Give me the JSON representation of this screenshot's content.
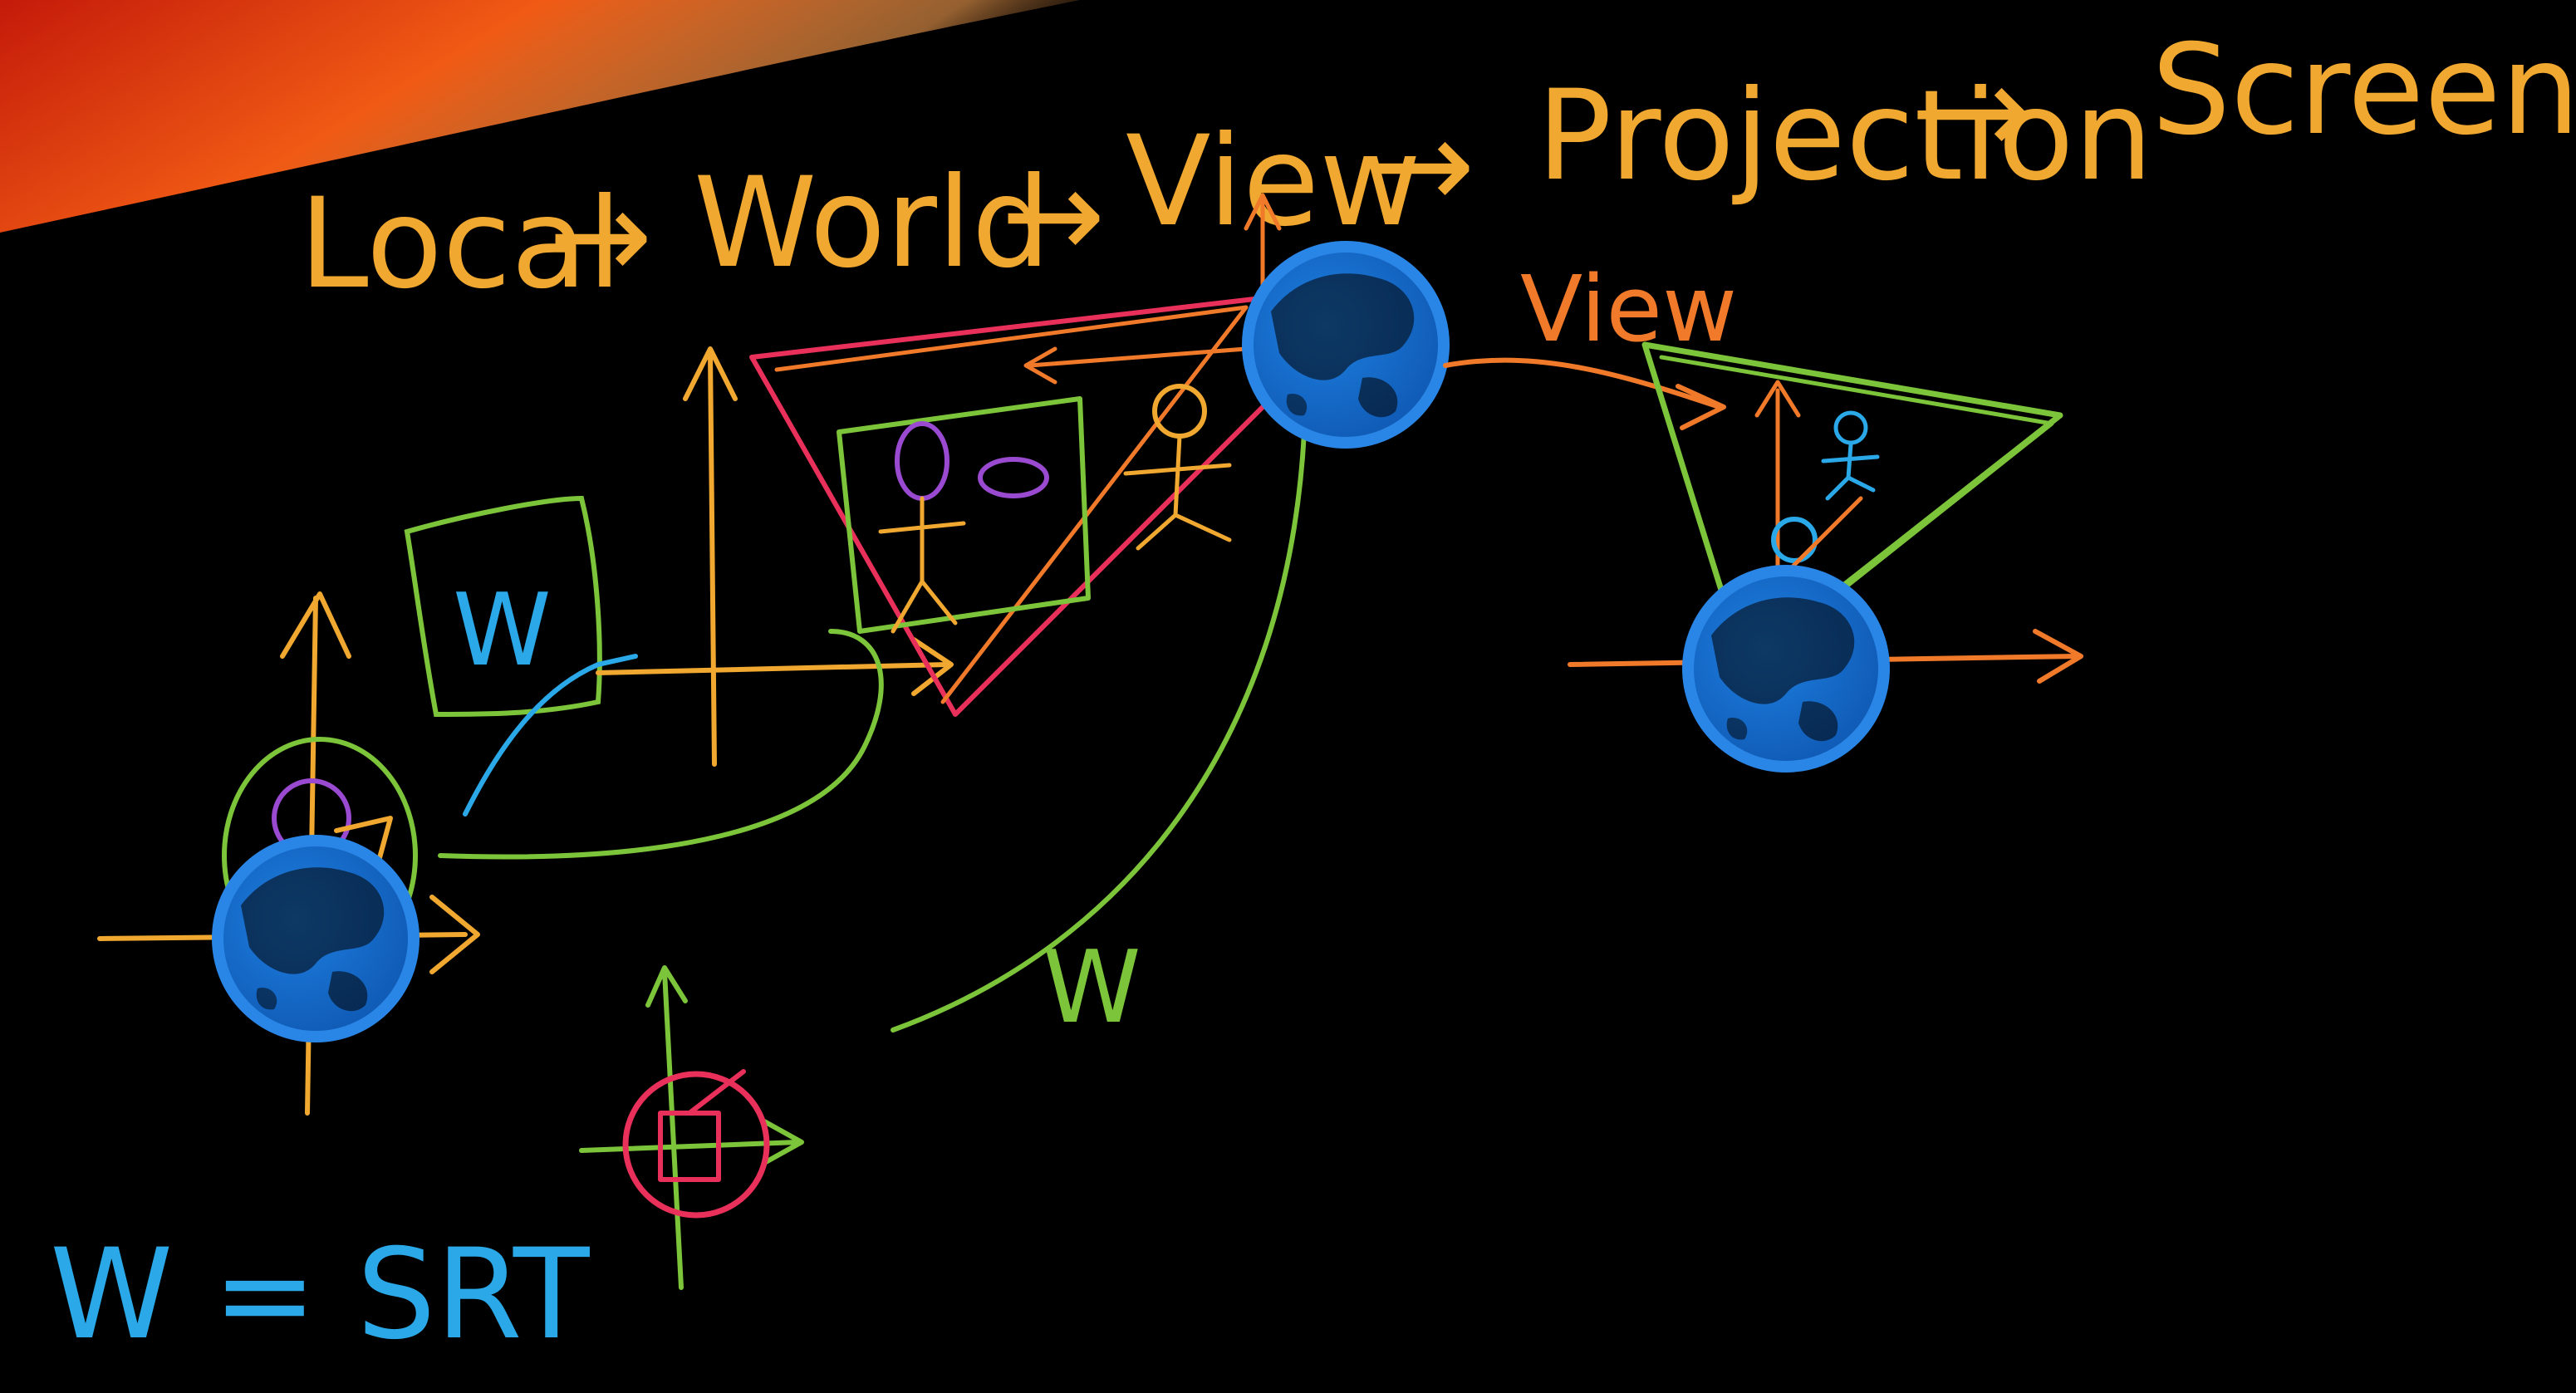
{
  "pipeline": {
    "local": "Local",
    "arrow1": "→",
    "world": "World",
    "arrow2": "→",
    "view": "View",
    "arrow3": "→",
    "projection": "Projection",
    "arrow4": "→",
    "screen": "Screen"
  },
  "labels": {
    "view_label": "View",
    "w_box": "W",
    "w_curve": "W",
    "formula": "W = SRT"
  },
  "colors": {
    "background": "#000000",
    "title": "#f0a830",
    "green": "#7cc43a",
    "orange": "#f07a2a",
    "pink": "#e8305a",
    "purple": "#9a4ad0",
    "blue": "#2aa8e8",
    "globe": "#1a72d0"
  },
  "icons": [
    "globe-icon",
    "stick-figure-icon",
    "axis-arrows-icon",
    "camera-frustum-icon"
  ]
}
